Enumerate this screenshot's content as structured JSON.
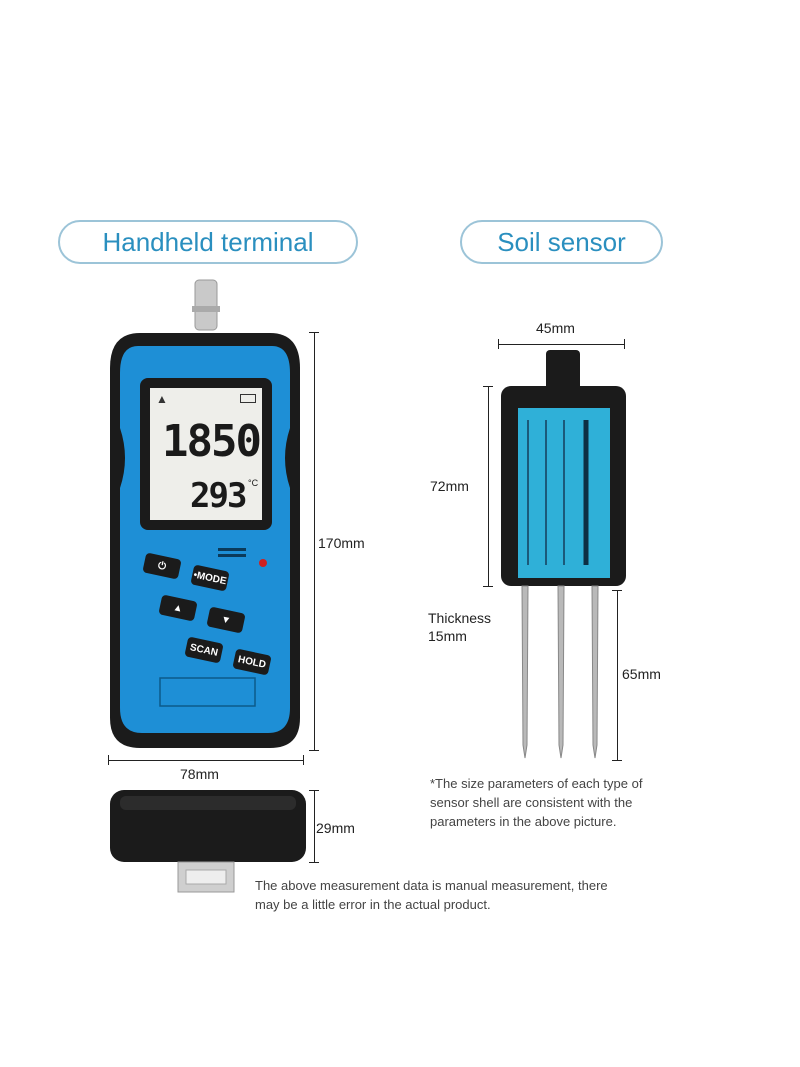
{
  "labels": {
    "handheld_title": "Handheld terminal",
    "sensor_title": "Soil sensor"
  },
  "dimensions": {
    "terminal_height": "170mm",
    "terminal_width": "78mm",
    "terminal_depth": "29mm",
    "sensor_width": "45mm",
    "sensor_body_height": "72mm",
    "sensor_thickness_label": "Thickness",
    "sensor_thickness": "15mm",
    "probe_length": "65mm"
  },
  "display": {
    "primary_reading": "1850",
    "secondary_reading": "293",
    "unit": "°C"
  },
  "keys": {
    "power": "⏻",
    "mode": "•MODE",
    "up": "▲",
    "down": "▼",
    "scan": "SCAN",
    "hold": "HOLD"
  },
  "notes": {
    "sensor_note": "*The size parameters of each type of sensor shell are consistent with the parameters in the above picture.",
    "measurement_note": "The above measurement data is manual measurement, there may be a little error in the actual product."
  },
  "colors": {
    "accent": "#2a8fbf",
    "device_blue": "#1e8fd6",
    "device_dark": "#1b1b1b",
    "sensor_label": "#2fb0d8"
  }
}
